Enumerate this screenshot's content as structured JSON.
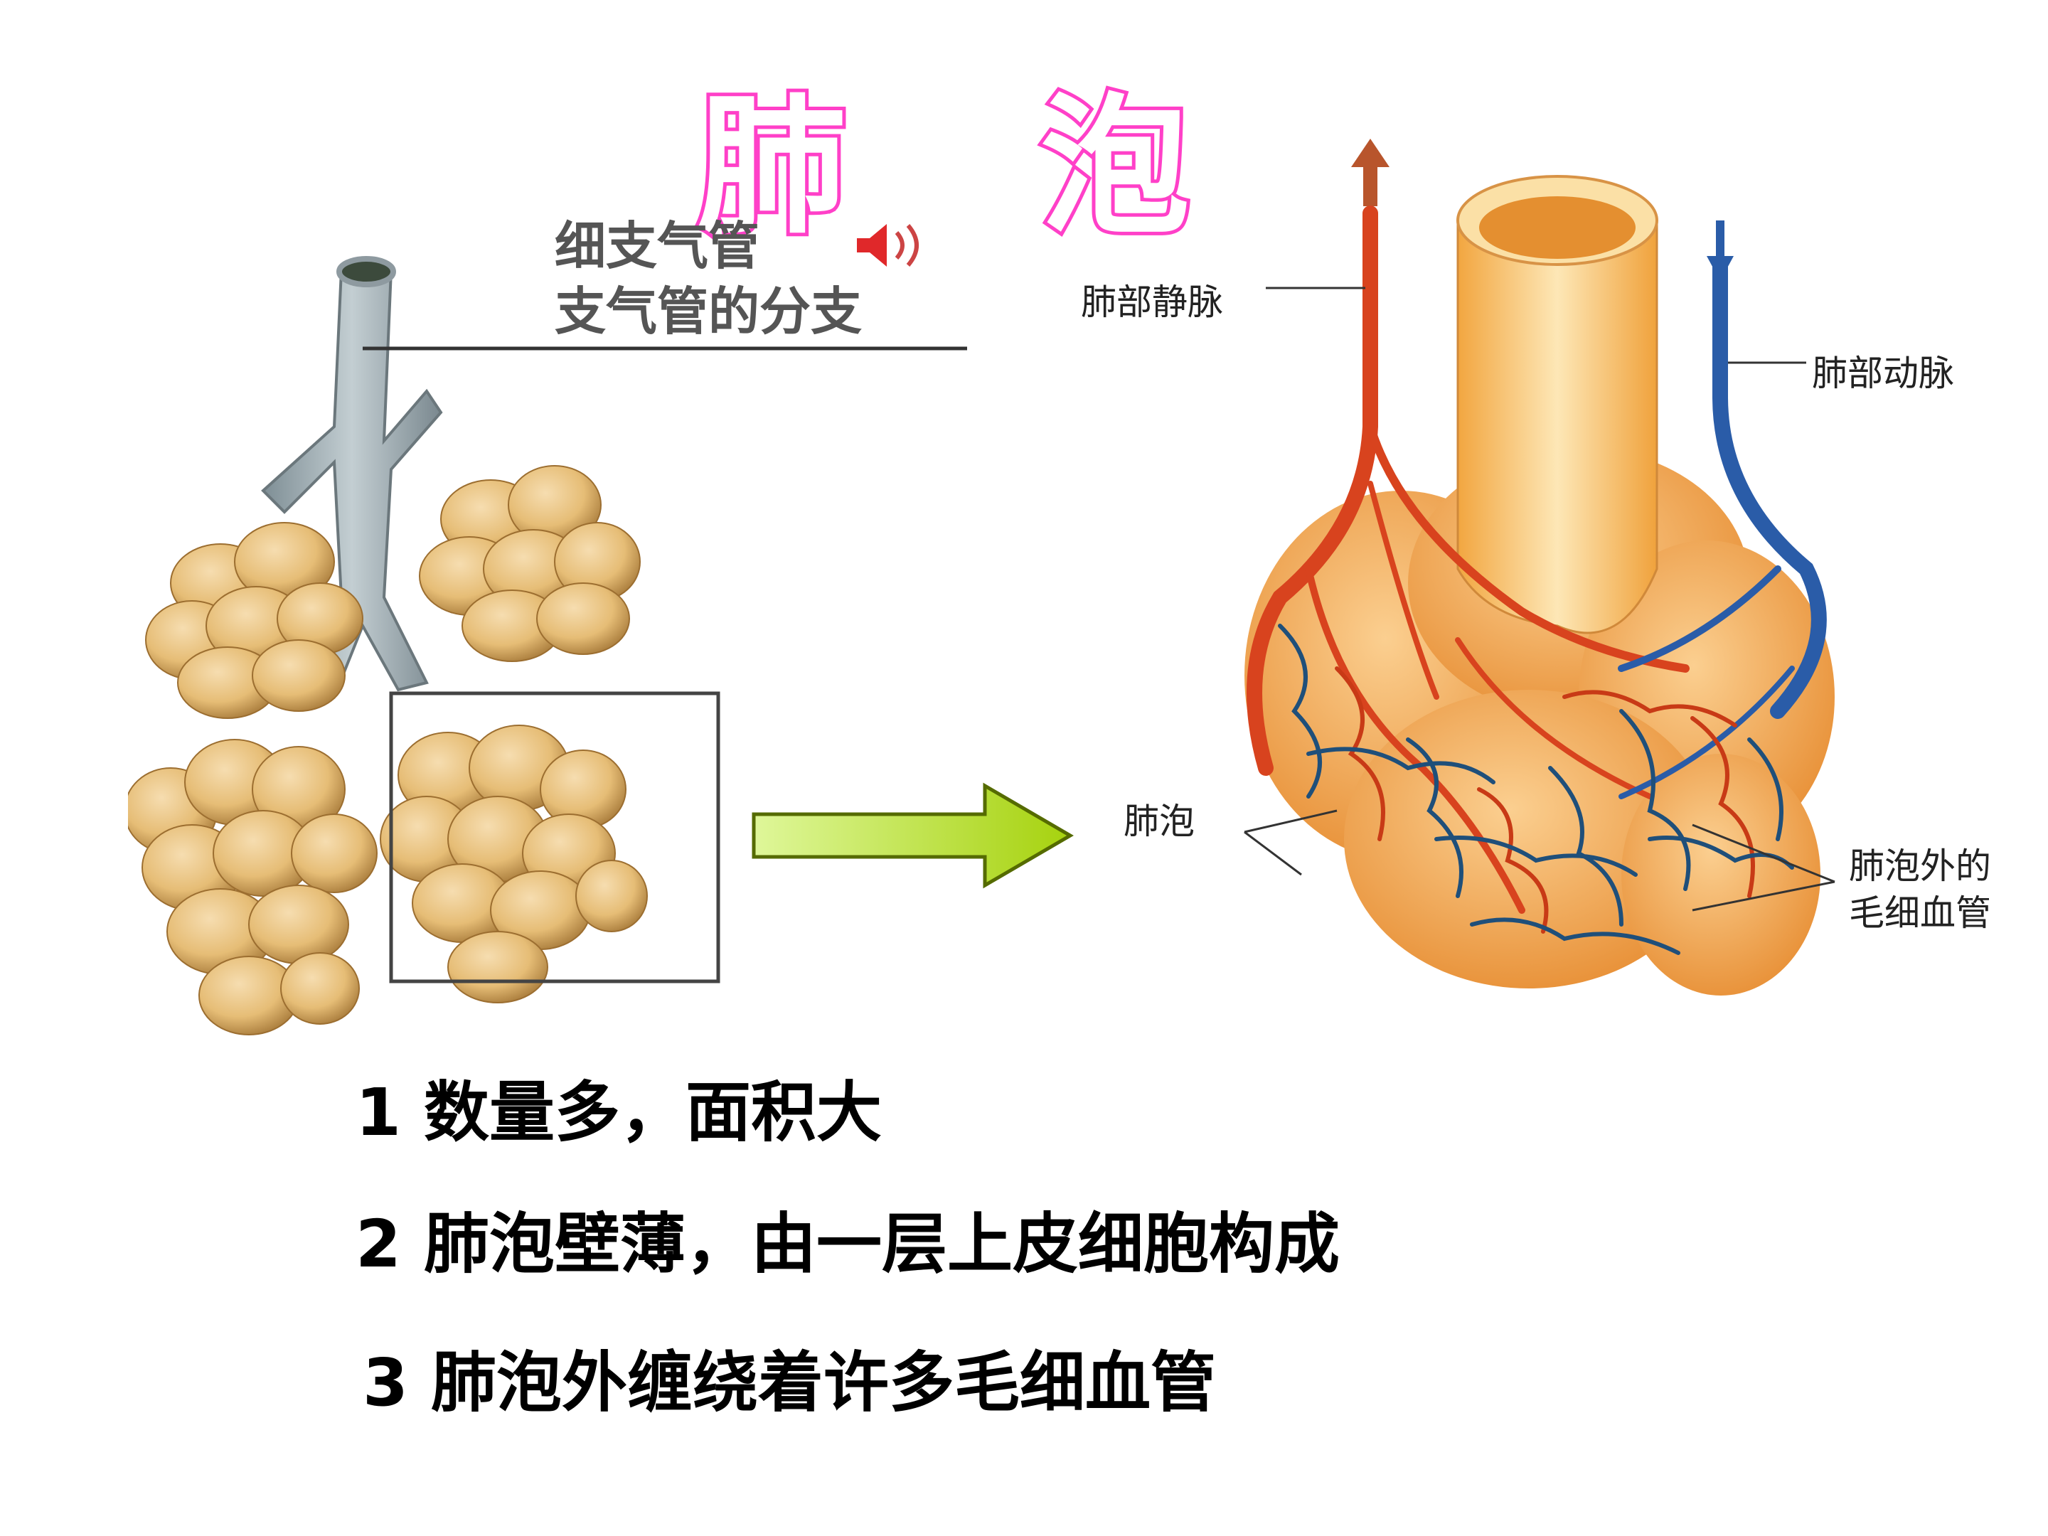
{
  "title": "肺 泡",
  "left_diagram": {
    "label_line1": "细支气管",
    "label_line2": "支气管的分支"
  },
  "right_diagram": {
    "vein_label": "肺部静脉",
    "artery_label": "肺部动脉",
    "alveoli_label": "肺泡",
    "capillary_label_line1": "肺泡外的",
    "capillary_label_line2": "毛细血管"
  },
  "points": [
    "1 数量多，面积大",
    "2 肺泡壁薄，由一层上皮细胞构成",
    "3 肺泡外缠绕着许多毛细血管"
  ],
  "colors": {
    "title_stroke": "#ff40c8",
    "alveoli_tan": "#e8c27c",
    "bronchiole_grey": "#9aa7ad",
    "vein_red": "#d8431e",
    "artery_blue": "#2a5ca8",
    "arrow_green": "#b4e020",
    "airway_orange": "#f7b54a"
  },
  "icons": [
    "speaker-icon",
    "arrow-right-icon",
    "up-arrow-icon",
    "down-arrow-icon"
  ]
}
